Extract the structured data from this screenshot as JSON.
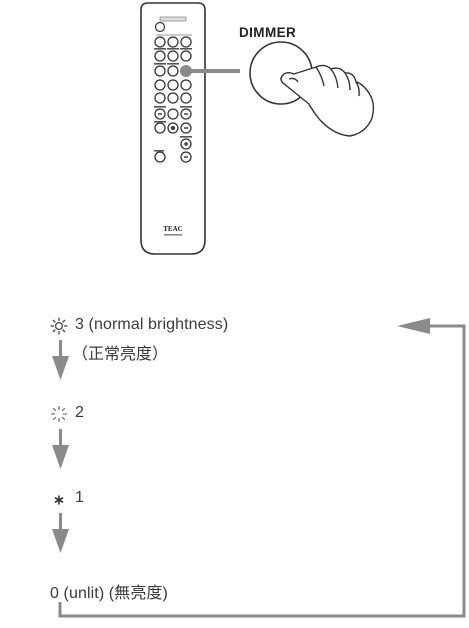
{
  "illustration": {
    "button_label": "DIMMER",
    "remote_brand": "TEAC",
    "icons": [
      "remote-control-illustration",
      "dimmer-button-callout",
      "pointing-hand-icon"
    ]
  },
  "brightness_cycle": {
    "steps": [
      {
        "icon": "sun-full-icon",
        "label": "3 (normal brightness)",
        "sublabel": "（正常亮度）"
      },
      {
        "icon": "sun-dim-icon",
        "label": "2"
      },
      {
        "icon": "sun-faint-icon",
        "label": "1"
      },
      {
        "icon": "",
        "label": "0 (unlit) (無亮度)"
      }
    ],
    "colors": {
      "arrow": "#8a8a8a",
      "loop_line": "#8a8a8a",
      "text": "#3a3a3a"
    }
  }
}
